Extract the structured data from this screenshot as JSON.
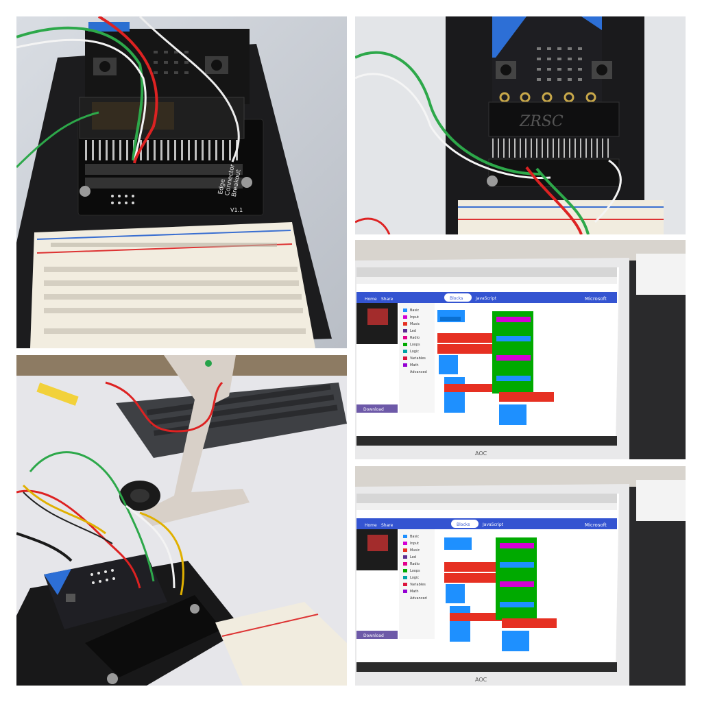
{
  "collage": {
    "panels": [
      {
        "id": "board-breadboard-close",
        "desc": "Edge connector breakout board with breadboard"
      },
      {
        "id": "board-microbit-top",
        "desc": "micro:bit mounted on breakout board"
      },
      {
        "id": "monitor-makecode-1",
        "desc": "Monitor showing MakeCode editor"
      },
      {
        "id": "speaker-setup",
        "desc": "Speaker and cardboard stand with wired board"
      },
      {
        "id": "monitor-makecode-2",
        "desc": "Monitor showing MakeCode editor, second view"
      }
    ]
  },
  "board_label": {
    "line1": "Edge",
    "line2": "Connector",
    "line3": "Breakout",
    "version": "V1.1"
  },
  "tape_label": "ZRSC",
  "monitor": {
    "brand": "AOC",
    "screen_brand": "Microsoft",
    "tab_blocks": "Blocks",
    "tab_js": "JavaScript",
    "download": "Download",
    "nav_home": "Home",
    "nav_share": "Share"
  },
  "toolbox": [
    "Basic",
    "Input",
    "Music",
    "Led",
    "Radio",
    "Loops",
    "Logic",
    "Variables",
    "Math",
    "Advanced"
  ],
  "colors": {
    "basic": "#1e90ff",
    "input": "#d400d4",
    "music": "#e63022",
    "led": "#5c2d91",
    "radio": "#e3008c",
    "loops": "#00aa00",
    "logic": "#00a4a6",
    "variables": "#dc143c",
    "math": "#9400d3",
    "topbar": "#3454d1"
  }
}
